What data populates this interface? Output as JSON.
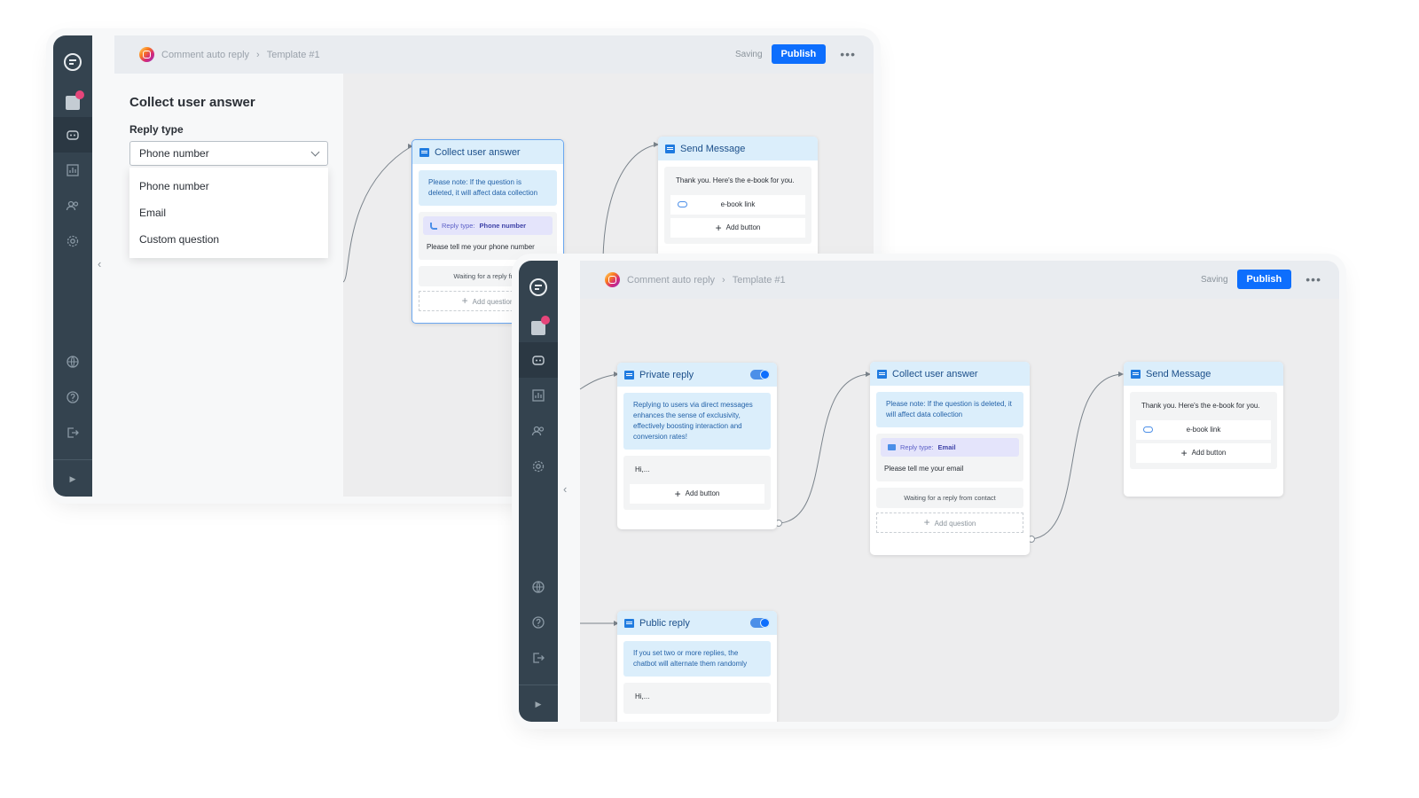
{
  "breadcrumb": {
    "section": "Comment auto reply",
    "template": "Template #1"
  },
  "topbar": {
    "saving": "Saving",
    "publish": "Publish",
    "more": "•••"
  },
  "rail": {
    "badge": ""
  },
  "panel": {
    "title": "Collect user answer",
    "reply_type_label": "Reply type",
    "selected": "Phone number",
    "options": [
      "Phone number",
      "Email",
      "Custom question"
    ]
  },
  "nodes": {
    "collect": {
      "title": "Collect user answer",
      "note": "Please note: If the question is deleted, it will affect data collection",
      "reply_type_prefix": "Reply type:",
      "reply_type_phone": "Phone number",
      "reply_type_email": "Email",
      "question_phone": "Please tell me your phone number",
      "question_email": "Please tell me your email",
      "waiting": "Waiting for a reply from contact",
      "waiting_cut": "Waiting for a reply from",
      "add_question": "Add question"
    },
    "send": {
      "title": "Send Message",
      "text": "Thank you. Here's the e-book for you.",
      "link_button": "e-book link",
      "add_button": "Add button"
    },
    "private": {
      "title": "Private reply",
      "note": "Replying to users via direct messages enhances the sense of exclusivity, effectively boosting interaction and conversion rates!",
      "text": "Hi,...",
      "add_button": "Add button"
    },
    "public": {
      "title": "Public reply",
      "note": "If you set two or more replies, the chatbot will alternate them randomly",
      "text": "Hi,..."
    }
  },
  "colors": {
    "accent": "#0d6efd",
    "rail": "#34434f",
    "node_header": "#dbeefb"
  },
  "icons": [
    "logo-icon",
    "inbox-icon",
    "bot-icon",
    "chart-icon",
    "users-icon",
    "gear-icon",
    "globe-icon",
    "help-icon",
    "logout-icon",
    "chat-icon",
    "link-icon",
    "phone-icon",
    "mail-icon",
    "instagram-icon"
  ]
}
